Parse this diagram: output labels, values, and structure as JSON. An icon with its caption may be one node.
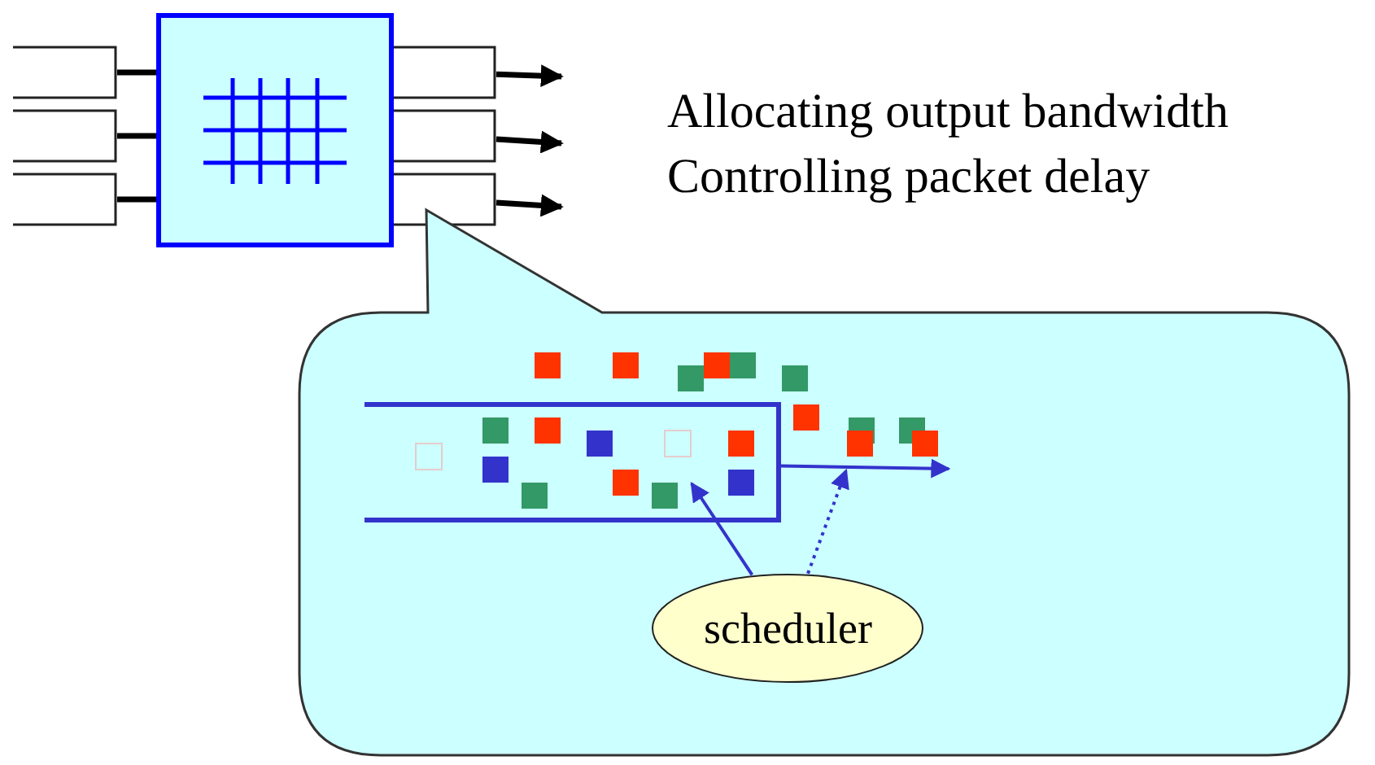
{
  "diagram": {
    "nodes": [
      {
        "text": [],
        "shape": "box"
      },
      {
        "text": [],
        "shape": "box"
      },
      {
        "text": [],
        "shape": "box"
      },
      {
        "text": [],
        "shape": "box"
      },
      {
        "text": [],
        "shape": "box"
      },
      {
        "text": [],
        "shape": "box"
      },
      {
        "text": [],
        "shape": "box"
      },
      {
        "text": [],
        "shape": "box"
      },
      {
        "text": [],
        "shape": "box",
        "in": 7
      },
      {
        "text": [
          "scheduler"
        ],
        "in": 7
      }
    ],
    "edges": [
      {
        "from": 1,
        "to": 0,
        "arrow": "none"
      },
      {
        "from": 2,
        "to": 0,
        "arrow": "none"
      },
      {
        "from": 3,
        "to": 0,
        "arrow": "none"
      },
      {
        "from": 4,
        "to": null,
        "arrow": "to"
      },
      {
        "from": 5,
        "to": null,
        "arrow": "to"
      },
      {
        "from": 6,
        "to": null,
        "arrow": "to"
      },
      {
        "from": 8,
        "to": null,
        "arrow": "to",
        "color": "#3333cc"
      },
      {
        "from": 9,
        "to": 8,
        "arrow": "to",
        "color": "#3333cc"
      },
      {
        "from": 9,
        "to": null,
        "arrow": "to",
        "style": "dashed",
        "color": "#3333cc"
      }
    ],
    "labels": [
      "Allocating output bandwidth",
      "Controlling packet delay"
    ]
  }
}
